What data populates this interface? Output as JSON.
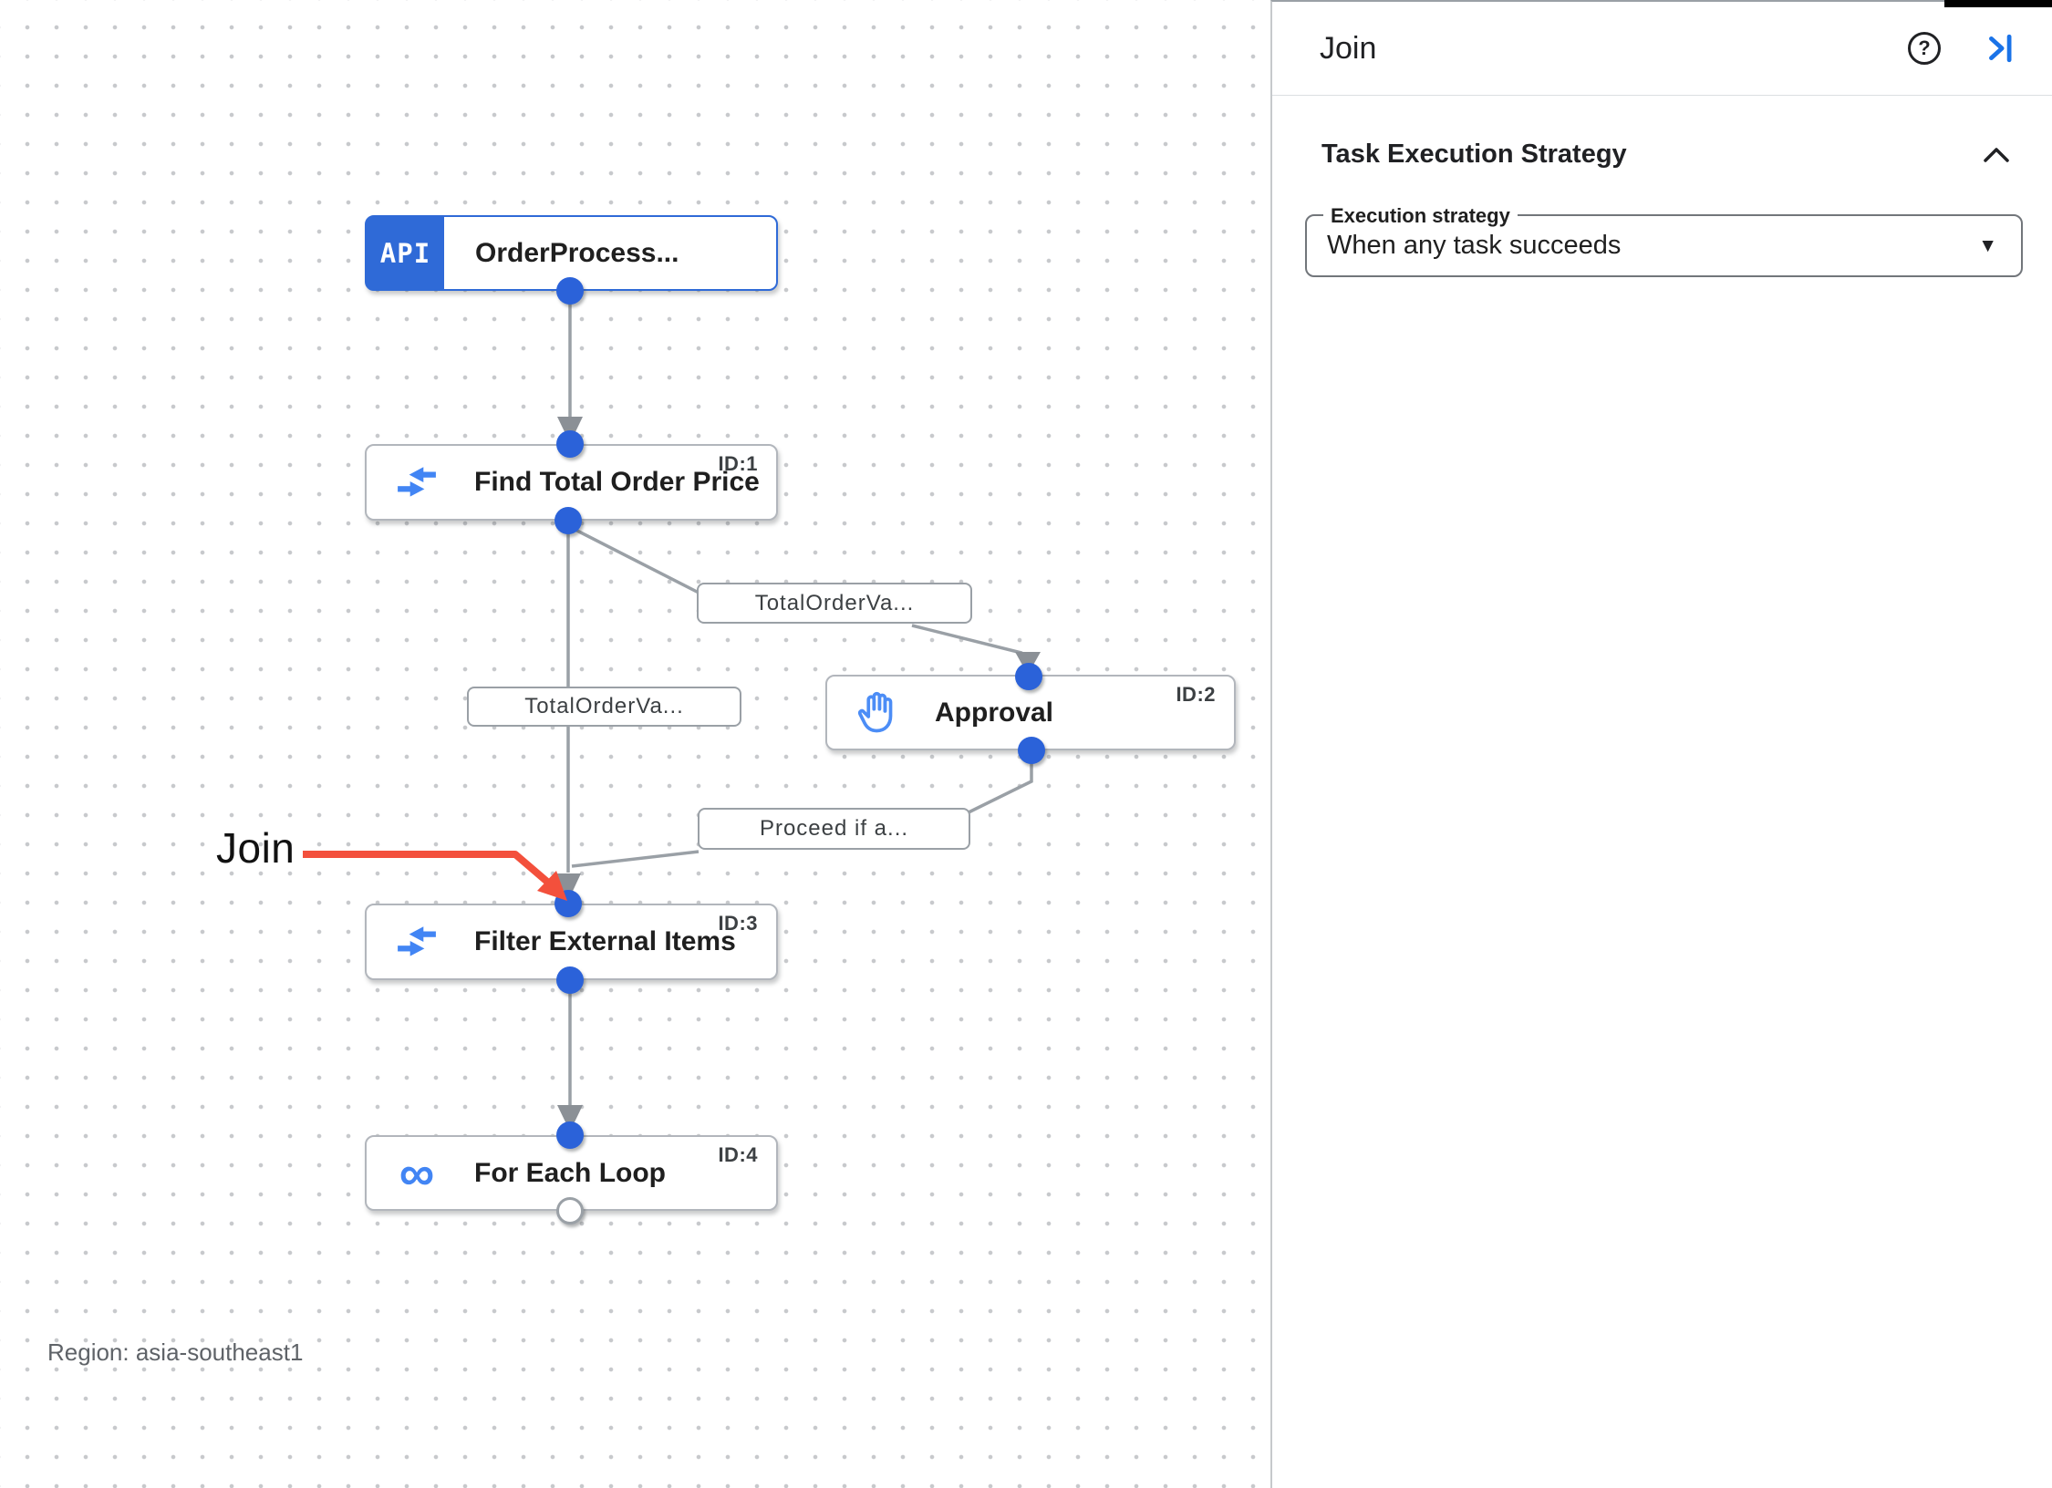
{
  "panel": {
    "title": "Join",
    "section_title": "Task Execution Strategy",
    "field_label": "Execution strategy",
    "field_value": "When any task succeeds"
  },
  "canvas": {
    "annotation_label": "Join",
    "region_label": "Region: asia-southeast1",
    "nodes": [
      {
        "title": "OrderProcess...",
        "badge": "API",
        "id": "",
        "icon": "api-trigger"
      },
      {
        "title": "Find Total Order Price",
        "id": "ID:1",
        "icon": "data-mapping"
      },
      {
        "title": "Approval",
        "id": "ID:2",
        "icon": "approval-hand"
      },
      {
        "title": "Filter External Items",
        "id": "ID:3",
        "icon": "data-mapping"
      },
      {
        "title": "For Each Loop",
        "id": "ID:4",
        "icon": "loop",
        "icon_glyph": "∞"
      }
    ],
    "edge_labels": [
      {
        "text": "TotalOrderVa..."
      },
      {
        "text": "TotalOrderVa..."
      },
      {
        "text": "Proceed if a..."
      }
    ]
  },
  "icons": {
    "help": "?",
    "dropdown": "▼"
  },
  "colors": {
    "accent_blue": "#1a73e8",
    "trigger_blue": "#2f6ad7",
    "port_blue": "#2b62d9",
    "icon_blue": "#4285f4",
    "edge_gray": "#9aa0a6",
    "arrowhead_gray": "#8b9096",
    "annotation_red": "#f3503c"
  }
}
